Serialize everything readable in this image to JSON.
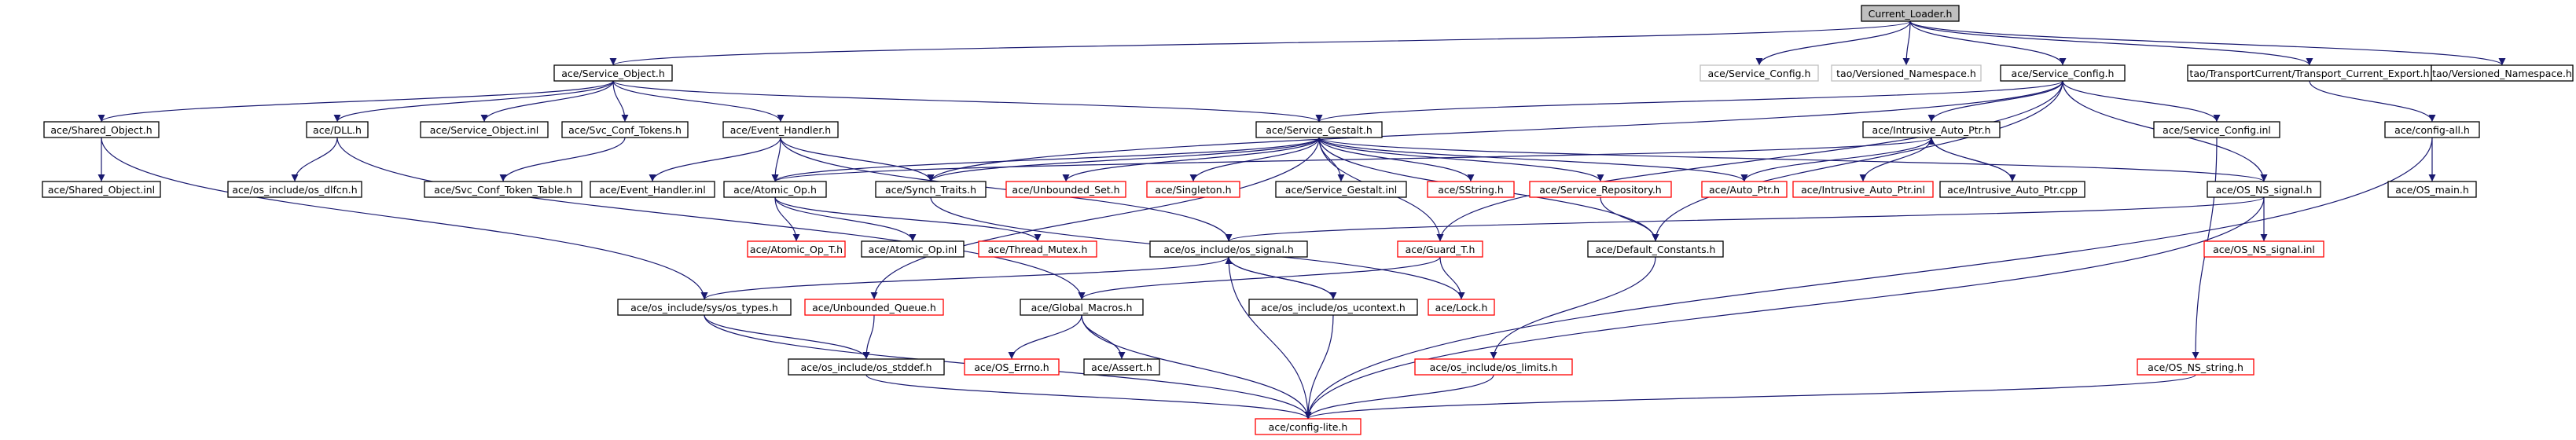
{
  "graph": {
    "title": "",
    "colors": {
      "normal_border": "#000000",
      "missing_border": "#ff0000",
      "external_border": "#bfbfbf",
      "external_text": "#7f7f7f",
      "root_fill": "#bfbfbf",
      "edge": "#191970"
    },
    "nodes": [
      {
        "id": "current_loader",
        "label": "Current_Loader.h",
        "style": "root"
      },
      {
        "id": "service_object_h",
        "label": "ace/Service_Object.h",
        "style": "normal"
      },
      {
        "id": "service_config_h_ext",
        "label": "ace/Service_Config.h",
        "style": "external"
      },
      {
        "id": "tao_versioned_ns_ext",
        "label": "tao/Versioned_Namespace.h",
        "style": "external"
      },
      {
        "id": "service_config_h",
        "label": "ace/Service_Config.h",
        "style": "normal"
      },
      {
        "id": "transport_current_export",
        "label": "tao/TransportCurrent/Transport_Current_Export.h",
        "style": "normal"
      },
      {
        "id": "tao_versioned_ns",
        "label": "tao/Versioned_Namespace.h",
        "style": "normal"
      },
      {
        "id": "shared_object_h",
        "label": "ace/Shared_Object.h",
        "style": "normal"
      },
      {
        "id": "dll_h",
        "label": "ace/DLL.h",
        "style": "normal"
      },
      {
        "id": "service_object_inl",
        "label": "ace/Service_Object.inl",
        "style": "normal"
      },
      {
        "id": "svc_conf_tokens_h",
        "label": "ace/Svc_Conf_Tokens.h",
        "style": "normal"
      },
      {
        "id": "event_handler_h",
        "label": "ace/Event_Handler.h",
        "style": "normal"
      },
      {
        "id": "service_gestalt_h",
        "label": "ace/Service_Gestalt.h",
        "style": "normal"
      },
      {
        "id": "intrusive_auto_ptr_h",
        "label": "ace/Intrusive_Auto_Ptr.h",
        "style": "normal"
      },
      {
        "id": "service_config_inl",
        "label": "ace/Service_Config.inl",
        "style": "normal"
      },
      {
        "id": "config_all_h",
        "label": "ace/config-all.h",
        "style": "normal"
      },
      {
        "id": "shared_object_inl",
        "label": "ace/Shared_Object.inl",
        "style": "normal"
      },
      {
        "id": "os_dlfcn_h",
        "label": "ace/os_include/os_dlfcn.h",
        "style": "normal"
      },
      {
        "id": "svc_conf_token_table_h",
        "label": "ace/Svc_Conf_Token_Table.h",
        "style": "normal"
      },
      {
        "id": "event_handler_inl",
        "label": "ace/Event_Handler.inl",
        "style": "normal"
      },
      {
        "id": "atomic_op_h",
        "label": "ace/Atomic_Op.h",
        "style": "normal"
      },
      {
        "id": "synch_traits_h",
        "label": "ace/Synch_Traits.h",
        "style": "normal"
      },
      {
        "id": "unbounded_set_h",
        "label": "ace/Unbounded_Set.h",
        "style": "missing"
      },
      {
        "id": "singleton_h",
        "label": "ace/Singleton.h",
        "style": "missing"
      },
      {
        "id": "service_gestalt_inl",
        "label": "ace/Service_Gestalt.inl",
        "style": "normal"
      },
      {
        "id": "sstring_h",
        "label": "ace/SString.h",
        "style": "missing"
      },
      {
        "id": "service_repository_h",
        "label": "ace/Service_Repository.h",
        "style": "missing"
      },
      {
        "id": "auto_ptr_h",
        "label": "ace/Auto_Ptr.h",
        "style": "missing"
      },
      {
        "id": "intrusive_auto_ptr_inl",
        "label": "ace/Intrusive_Auto_Ptr.inl",
        "style": "missing"
      },
      {
        "id": "intrusive_auto_ptr_cpp",
        "label": "ace/Intrusive_Auto_Ptr.cpp",
        "style": "normal"
      },
      {
        "id": "os_ns_signal_h",
        "label": "ace/OS_NS_signal.h",
        "style": "normal"
      },
      {
        "id": "os_main_h",
        "label": "ace/OS_main.h",
        "style": "normal"
      },
      {
        "id": "atomic_op_t_h",
        "label": "ace/Atomic_Op_T.h",
        "style": "missing"
      },
      {
        "id": "atomic_op_inl",
        "label": "ace/Atomic_Op.inl",
        "style": "normal"
      },
      {
        "id": "thread_mutex_h",
        "label": "ace/Thread_Mutex.h",
        "style": "missing"
      },
      {
        "id": "os_signal_h",
        "label": "ace/os_include/os_signal.h",
        "style": "normal"
      },
      {
        "id": "guard_t_h",
        "label": "ace/Guard_T.h",
        "style": "missing"
      },
      {
        "id": "default_constants_h",
        "label": "ace/Default_Constants.h",
        "style": "normal"
      },
      {
        "id": "os_ns_signal_inl",
        "label": "ace/OS_NS_signal.inl",
        "style": "missing"
      },
      {
        "id": "os_types_h",
        "label": "ace/os_include/sys/os_types.h",
        "style": "normal"
      },
      {
        "id": "unbounded_queue_h",
        "label": "ace/Unbounded_Queue.h",
        "style": "missing"
      },
      {
        "id": "global_macros_h",
        "label": "ace/Global_Macros.h",
        "style": "normal"
      },
      {
        "id": "os_ucontext_h",
        "label": "ace/os_include/os_ucontext.h",
        "style": "normal"
      },
      {
        "id": "lock_h",
        "label": "ace/Lock.h",
        "style": "missing"
      },
      {
        "id": "os_stddef_h",
        "label": "ace/os_include/os_stddef.h",
        "style": "normal"
      },
      {
        "id": "os_errno_h",
        "label": "ace/OS_Errno.h",
        "style": "missing"
      },
      {
        "id": "assert_h",
        "label": "ace/Assert.h",
        "style": "normal"
      },
      {
        "id": "os_limits_h",
        "label": "ace/os_include/os_limits.h",
        "style": "missing"
      },
      {
        "id": "os_ns_string_h",
        "label": "ace/OS_NS_string.h",
        "style": "missing"
      },
      {
        "id": "config_lite_h",
        "label": "ace/config-lite.h",
        "style": "missing"
      }
    ],
    "edges": [
      [
        "current_loader",
        "service_object_h"
      ],
      [
        "current_loader",
        "service_config_h_ext"
      ],
      [
        "current_loader",
        "tao_versioned_ns_ext"
      ],
      [
        "current_loader",
        "service_config_h"
      ],
      [
        "current_loader",
        "transport_current_export"
      ],
      [
        "current_loader",
        "tao_versioned_ns"
      ],
      [
        "service_object_h",
        "shared_object_h"
      ],
      [
        "service_object_h",
        "dll_h"
      ],
      [
        "service_object_h",
        "service_object_inl"
      ],
      [
        "service_object_h",
        "svc_conf_tokens_h"
      ],
      [
        "service_object_h",
        "event_handler_h"
      ],
      [
        "service_object_h",
        "service_gestalt_h"
      ],
      [
        "shared_object_h",
        "shared_object_inl"
      ],
      [
        "shared_object_h",
        "os_types_h"
      ],
      [
        "dll_h",
        "os_dlfcn_h"
      ],
      [
        "dll_h",
        "global_macros_h"
      ],
      [
        "svc_conf_tokens_h",
        "svc_conf_token_table_h"
      ],
      [
        "event_handler_h",
        "event_handler_inl"
      ],
      [
        "event_handler_h",
        "atomic_op_h"
      ],
      [
        "event_handler_h",
        "synch_traits_h"
      ],
      [
        "event_handler_h",
        "os_signal_h"
      ],
      [
        "service_config_h",
        "service_gestalt_h"
      ],
      [
        "service_config_h",
        "intrusive_auto_ptr_h"
      ],
      [
        "service_config_h",
        "service_config_inl"
      ],
      [
        "service_config_h",
        "synch_traits_h"
      ],
      [
        "service_config_h",
        "os_ns_signal_h"
      ],
      [
        "service_config_h",
        "default_constants_h"
      ],
      [
        "service_config_h",
        "guard_t_h"
      ],
      [
        "transport_current_export",
        "config_all_h"
      ],
      [
        "config_all_h",
        "os_main_h"
      ],
      [
        "config_all_h",
        "config_lite_h"
      ],
      [
        "service_config_inl",
        "os_ns_string_h"
      ],
      [
        "service_gestalt_h",
        "atomic_op_h"
      ],
      [
        "service_gestalt_h",
        "synch_traits_h"
      ],
      [
        "service_gestalt_h",
        "unbounded_set_h"
      ],
      [
        "service_gestalt_h",
        "singleton_h"
      ],
      [
        "service_gestalt_h",
        "service_gestalt_inl"
      ],
      [
        "service_gestalt_h",
        "sstring_h"
      ],
      [
        "service_gestalt_h",
        "service_repository_h"
      ],
      [
        "service_gestalt_h",
        "auto_ptr_h"
      ],
      [
        "service_gestalt_h",
        "default_constants_h"
      ],
      [
        "service_gestalt_h",
        "unbounded_queue_h"
      ],
      [
        "service_gestalt_h",
        "os_ns_signal_h"
      ],
      [
        "service_gestalt_h",
        "guard_t_h"
      ],
      [
        "intrusive_auto_ptr_h",
        "auto_ptr_h"
      ],
      [
        "intrusive_auto_ptr_h",
        "intrusive_auto_ptr_inl"
      ],
      [
        "intrusive_auto_ptr_h",
        "intrusive_auto_ptr_cpp"
      ],
      [
        "intrusive_auto_ptr_h",
        "atomic_op_h"
      ],
      [
        "intrusive_auto_ptr_cpp",
        "intrusive_auto_ptr_h"
      ],
      [
        "atomic_op_h",
        "atomic_op_t_h"
      ],
      [
        "atomic_op_h",
        "atomic_op_inl"
      ],
      [
        "atomic_op_h",
        "thread_mutex_h"
      ],
      [
        "synch_traits_h",
        "lock_h"
      ],
      [
        "service_repository_h",
        "default_constants_h"
      ],
      [
        "os_ns_signal_h",
        "os_signal_h"
      ],
      [
        "os_ns_signal_h",
        "os_ns_signal_inl"
      ],
      [
        "os_ns_signal_h",
        "config_lite_h"
      ],
      [
        "os_signal_h",
        "os_types_h"
      ],
      [
        "os_signal_h",
        "os_ucontext_h"
      ],
      [
        "os_signal_h",
        "config_lite_h"
      ],
      [
        "os_ucontext_h",
        "os_signal_h"
      ],
      [
        "os_ucontext_h",
        "config_lite_h"
      ],
      [
        "guard_t_h",
        "lock_h"
      ],
      [
        "guard_t_h",
        "global_macros_h"
      ],
      [
        "global_macros_h",
        "os_errno_h"
      ],
      [
        "global_macros_h",
        "assert_h"
      ],
      [
        "global_macros_h",
        "config_lite_h"
      ],
      [
        "os_types_h",
        "os_stddef_h"
      ],
      [
        "os_types_h",
        "config_lite_h"
      ],
      [
        "unbounded_queue_h",
        "os_stddef_h"
      ],
      [
        "os_stddef_h",
        "config_lite_h"
      ],
      [
        "default_constants_h",
        "os_limits_h"
      ],
      [
        "os_limits_h",
        "config_lite_h"
      ],
      [
        "os_ns_string_h",
        "config_lite_h"
      ]
    ]
  }
}
